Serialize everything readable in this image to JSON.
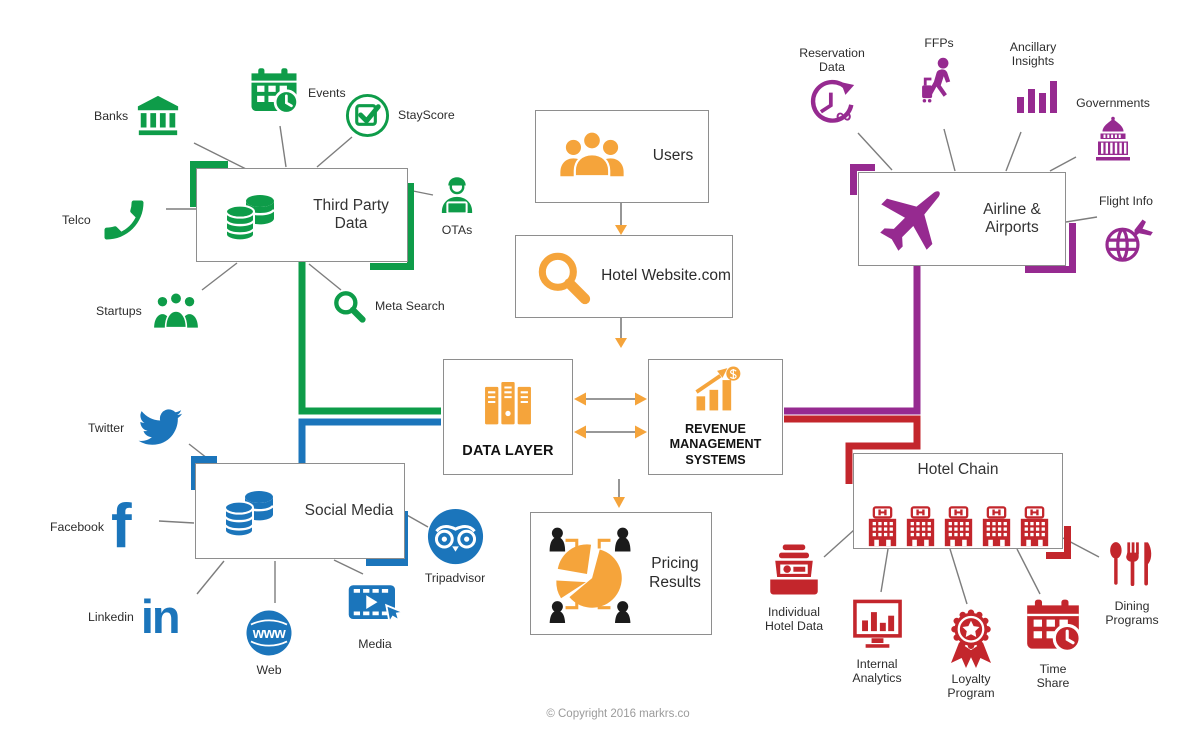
{
  "colors": {
    "green": "#0E9C49",
    "blue": "#1B75BB",
    "orange": "#F5A43B",
    "purple": "#962A90",
    "red": "#C3262C"
  },
  "flow": {
    "users": "Users",
    "hotel_website": "Hotel Website.com",
    "data_layer": "DATA LAYER",
    "revenue_management_systems": "REVENUE MANAGEMENT SYSTEMS",
    "pricing_results": "Pricing Results"
  },
  "clusters": {
    "third_party_data": {
      "title": "Third Party Data",
      "satellites": {
        "banks": "Banks",
        "events": "Events",
        "stayscore": "StayScore",
        "telco": "Telco",
        "otas": "OTAs",
        "startups": "Startups",
        "meta_search": "Meta Search"
      }
    },
    "airline_airports": {
      "title": "Airline & Airports",
      "satellites": {
        "reservation_data": "Reservation Data",
        "ffps": "FFPs",
        "ancillary_insights": "Ancillary Insights",
        "governments": "Governments",
        "flight_info": "Flight Info"
      }
    },
    "social_media": {
      "title": "Social Media",
      "satellites": {
        "twitter": "Twitter",
        "facebook": "Facebook",
        "linkedin": "Linkedin",
        "web": "Web",
        "media": "Media",
        "tripadvisor": "Tripadvisor"
      }
    },
    "hotel_chain": {
      "title": "Hotel Chain",
      "satellites": {
        "individual_hotel_data": "Individual Hotel Data",
        "internal_analytics": "Internal Analytics",
        "loyalty_program": "Loyalty Program",
        "time_share": "Time Share",
        "dining_programs": "Dining Programs"
      }
    }
  },
  "logo_glyphs": {
    "facebook": "f",
    "linkedin": "in",
    "web_text": "www",
    "infinity": "∞"
  },
  "footer": {
    "copyright": "© Copyright 2016 markrs.co"
  }
}
